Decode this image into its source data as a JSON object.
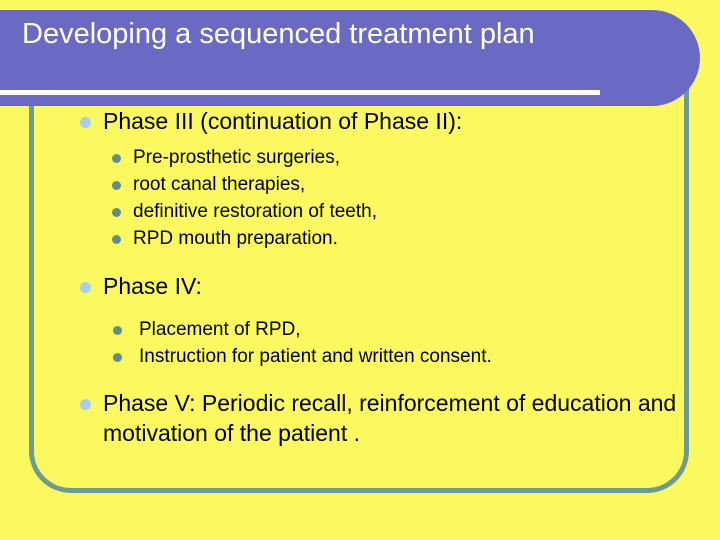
{
  "slide": {
    "background_color": "#fcf860",
    "frame_color": "#6d9b93",
    "title_bar_color": "#6a6ac4",
    "title_text_color": "#ffffff",
    "bullet_level1_color": "#a9cdec",
    "bullet_level2_color": "#5d8f8a",
    "title": "Developing a sequenced treatment plan",
    "sections": [
      {
        "heading": "Phase III (continuation of Phase II):",
        "items": [
          "Pre-prosthetic surgeries,",
          "root canal therapies,",
          "definitive restoration of teeth,",
          "RPD mouth preparation."
        ]
      },
      {
        "heading": "Phase IV:",
        "items": [
          "Placement of RPD,",
          "Instruction for patient and written consent."
        ]
      },
      {
        "heading": "Phase V: Periodic recall, reinforcement of education and motivation of the patient .",
        "items": []
      }
    ]
  }
}
